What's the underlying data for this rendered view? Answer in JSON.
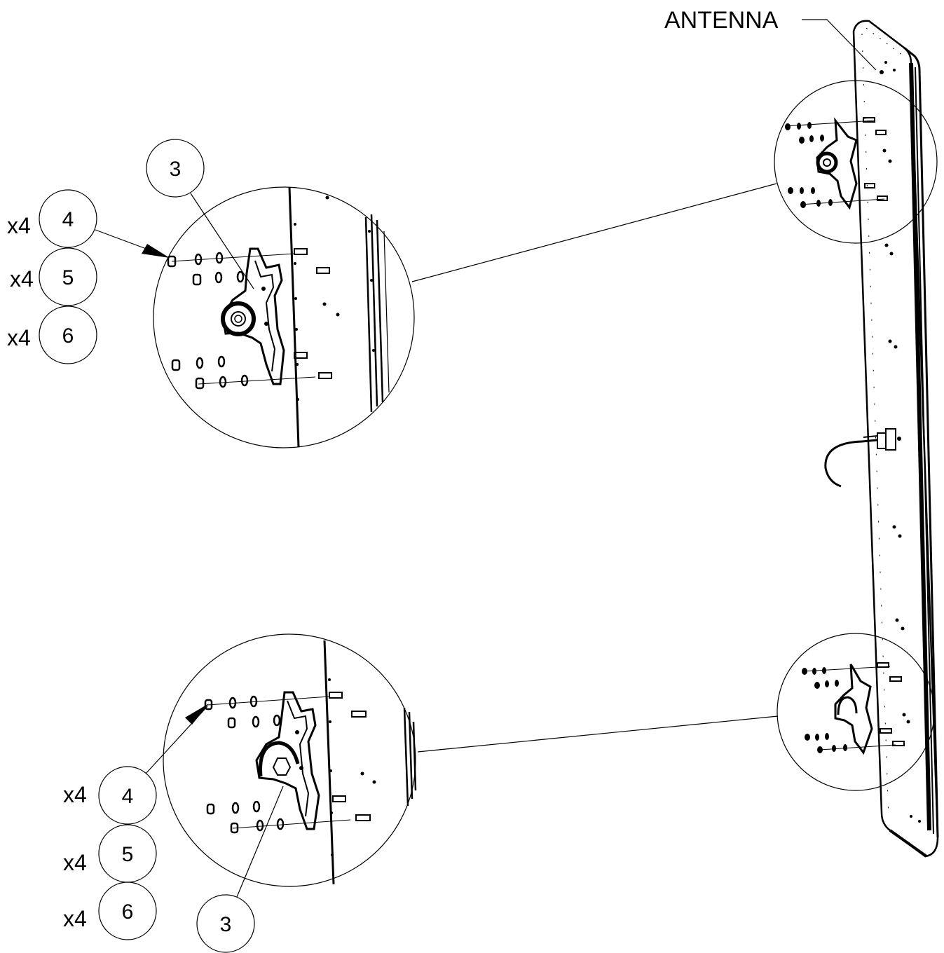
{
  "antenna_label": "ANTENNA",
  "top_detail": {
    "bracket_item": "3",
    "hardware": [
      {
        "qty": "x4",
        "item": "4"
      },
      {
        "qty": "x4",
        "item": "5"
      },
      {
        "qty": "x4",
        "item": "6"
      }
    ]
  },
  "bottom_detail": {
    "bracket_item": "3",
    "hardware": [
      {
        "qty": "x4",
        "item": "4"
      },
      {
        "qty": "x4",
        "item": "5"
      },
      {
        "qty": "x4",
        "item": "6"
      }
    ]
  },
  "colors": {
    "line": "#000000",
    "background": "#ffffff"
  }
}
